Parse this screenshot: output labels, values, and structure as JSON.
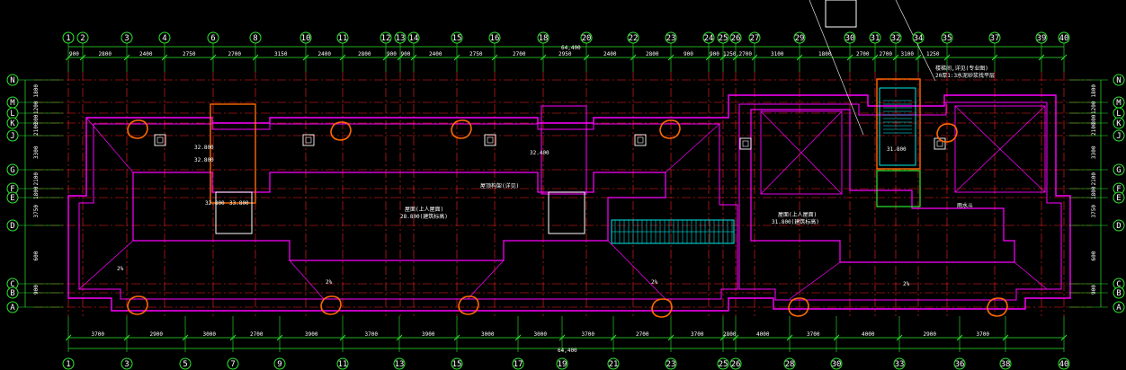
{
  "colors": {
    "background": "#000000",
    "axis": "#2ee92e",
    "grid": "#ff2020",
    "wall": "#ff00ff",
    "outline": "#ff00ff",
    "marker": "#ff6a00",
    "stair": "#00ffff",
    "text": "#ffffff"
  },
  "axes_top": [
    "1",
    "2",
    "3",
    "4",
    "6",
    "8",
    "10",
    "11",
    "12",
    "13",
    "14",
    "15",
    "16",
    "18",
    "20",
    "22",
    "23",
    "24",
    "25",
    "26",
    "27",
    "29",
    "30",
    "31",
    "32",
    "34",
    "35",
    "37",
    "39",
    "40"
  ],
  "axes_bottom": [
    "1",
    "3",
    "5",
    "7",
    "9",
    "11",
    "13",
    "15",
    "17",
    "19",
    "21",
    "23",
    "25",
    "26",
    "28",
    "30",
    "33",
    "36",
    "38",
    "40"
  ],
  "axes_left": [
    "N",
    "M",
    "L",
    "K",
    "J",
    "G",
    "F",
    "E",
    "D",
    "C",
    "B",
    "A"
  ],
  "axes_right": [
    "N",
    "M",
    "L",
    "K",
    "J",
    "G",
    "F",
    "E",
    "D",
    "C",
    "B",
    "A"
  ],
  "dims_top": [
    "900",
    "2800",
    "2400",
    "2750",
    "2700",
    "3150",
    "2400",
    "2800",
    "900",
    "900",
    "2400",
    "2750",
    "2700",
    "2950",
    "2400",
    "2800",
    "900",
    "900",
    "1250",
    "2700",
    "3100",
    "1800",
    "2700",
    "2700",
    "3100",
    "1250"
  ],
  "dims_bottom": [
    "3700",
    "2900",
    "3000",
    "2700",
    "3900",
    "3700",
    "3900",
    "3000",
    "3000",
    "3700",
    "2700",
    "3700",
    "2800",
    "4000",
    "3700",
    "4000",
    "2900",
    "3700"
  ],
  "overall_dim": "64,400",
  "dims_left": [
    "1800",
    "1200",
    "300",
    "2100",
    "3300",
    "2100",
    "1800",
    "3750",
    "600",
    "900"
  ],
  "dims_right": [
    "1800",
    "1200",
    "300",
    "2100",
    "3300",
    "2100",
    "1800",
    "3750",
    "600",
    "900"
  ],
  "labels": {
    "elev_1": "32.800",
    "elev_2": "32.800",
    "elev_3": "32.800",
    "elev_4": "33.800",
    "elev_5": "31.800",
    "elev_6": "32.400",
    "slope_a": "2%",
    "slope_b": "2%",
    "slope_c": "2%",
    "slope_d": "2%",
    "roof_label": "屋面(上人屋面)",
    "roof_elev": "28.800(建筑标高)",
    "roof_label_2": "屋面(上人屋面)",
    "roof_elev_2": "31.800(建筑标高)",
    "note_top": "屋顶构架(详见)",
    "stair_note_1": "楼梯间,详见(专业图)",
    "stair_note_2": "20厚1:3水泥砂浆找平层",
    "drain_note": "雨水斗",
    "bottom_mid": "64,400"
  }
}
